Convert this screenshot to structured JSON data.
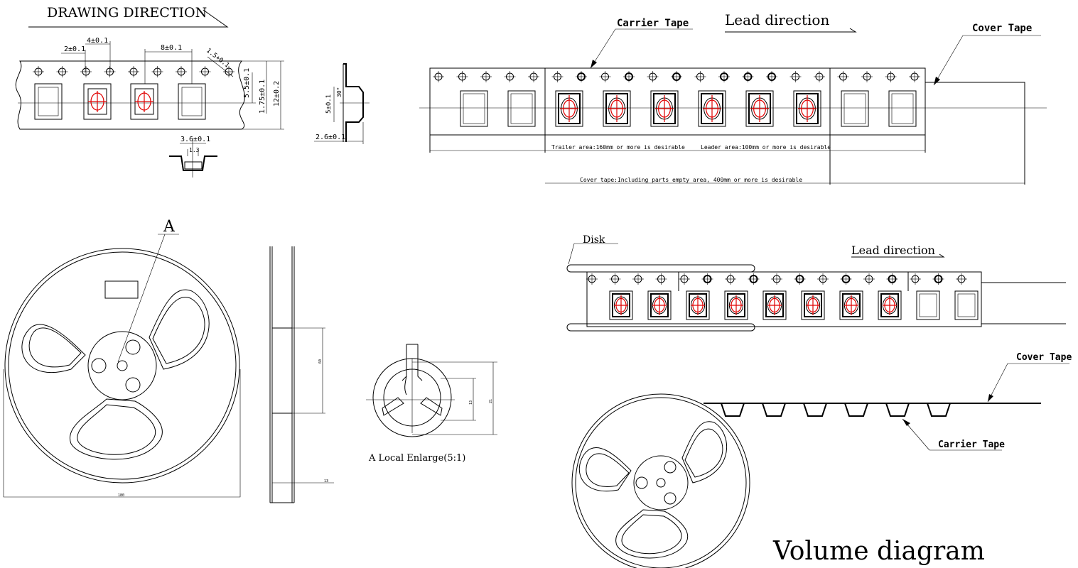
{
  "tape_dims": {
    "title": "DRAWING DIRECTION",
    "hole_to_pocket": "2±0.1",
    "hole_pitch": "4±0.1",
    "pocket_pitch": "8±0.1",
    "hole_dia": "1.5+0.1",
    "pocket_center": "5.5±0.1",
    "hole_edge": "1.75±0.1",
    "tape_width": "12±0.2",
    "pocket_width": "3.6±0.1",
    "pocket_depth_small": "1.3",
    "side_width": "5±0.1",
    "side_depth": "2.6±0.1",
    "side_angle": "30°"
  },
  "lead_tape": {
    "carrier_tape": "Carrier Tape",
    "lead_direction": "Lead direction",
    "cover_tape": "Cover Tape",
    "trailer_note": "Trailer area:160mm or more is desirable",
    "leader_note": "Leader area:100mm or more is desirable",
    "cover_note": "Cover tape:Including parts empty area, 400mm or more is desirable"
  },
  "reel": {
    "detail_label": "A",
    "diameter": "180",
    "hub_height": "60",
    "width_dim": "13",
    "enlarge_label": "A Local Enlarge(5:1)",
    "enlarge_dim1": "13",
    "enlarge_dim2": "21"
  },
  "volume": {
    "disk_label": "Disk",
    "lead_direction": "Lead direction",
    "cover_tape": "Cover Tape",
    "carrier_tape": "Carrier Tape",
    "title": "Volume diagram"
  }
}
